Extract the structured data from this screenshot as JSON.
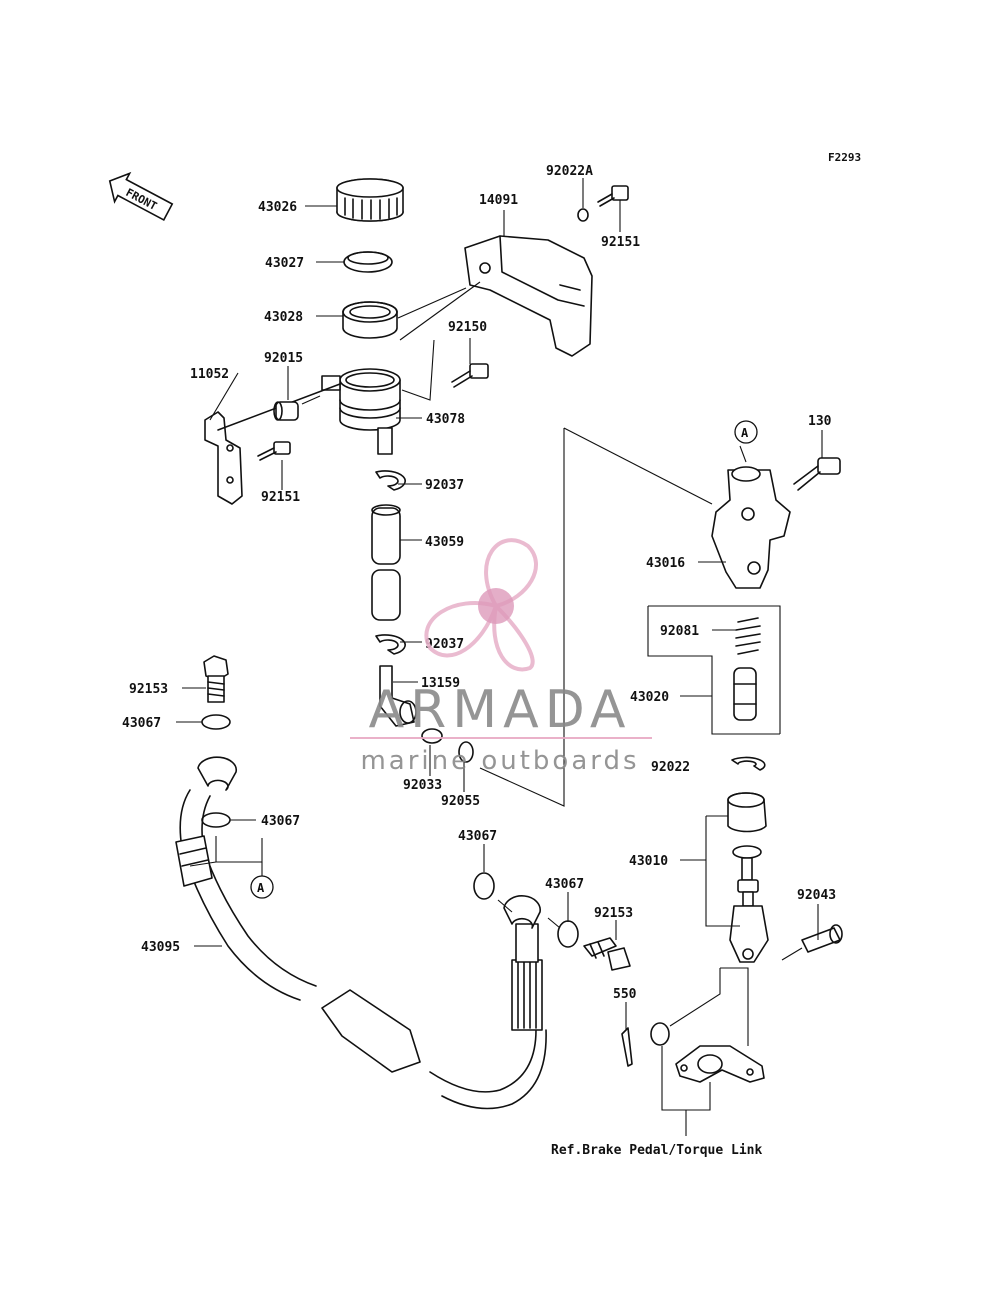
{
  "figure_id": "F2293",
  "front_marker": "FRONT",
  "ref_marker": "A",
  "reference_note": "Ref.Brake Pedal/Torque Link",
  "watermark": {
    "brand": "ARMADA",
    "tagline": "marine outboards",
    "colors": {
      "text": "#8a8a8a",
      "prop": "#e8b4cc",
      "hub": "#d98fb3",
      "rule": "#e8a9c4"
    }
  },
  "labels": [
    "43026",
    "43027",
    "43028",
    "11052",
    "92015",
    "92151",
    "14091",
    "92022A",
    "92151",
    "92150",
    "43078",
    "92037",
    "43059",
    "92037",
    "13159",
    "92033",
    "92055",
    "130",
    "43016",
    "92081",
    "43020",
    "92022",
    "43010",
    "92043",
    "92153",
    "43067",
    "43067",
    "43095",
    "43067",
    "43067",
    "92153",
    "550"
  ]
}
